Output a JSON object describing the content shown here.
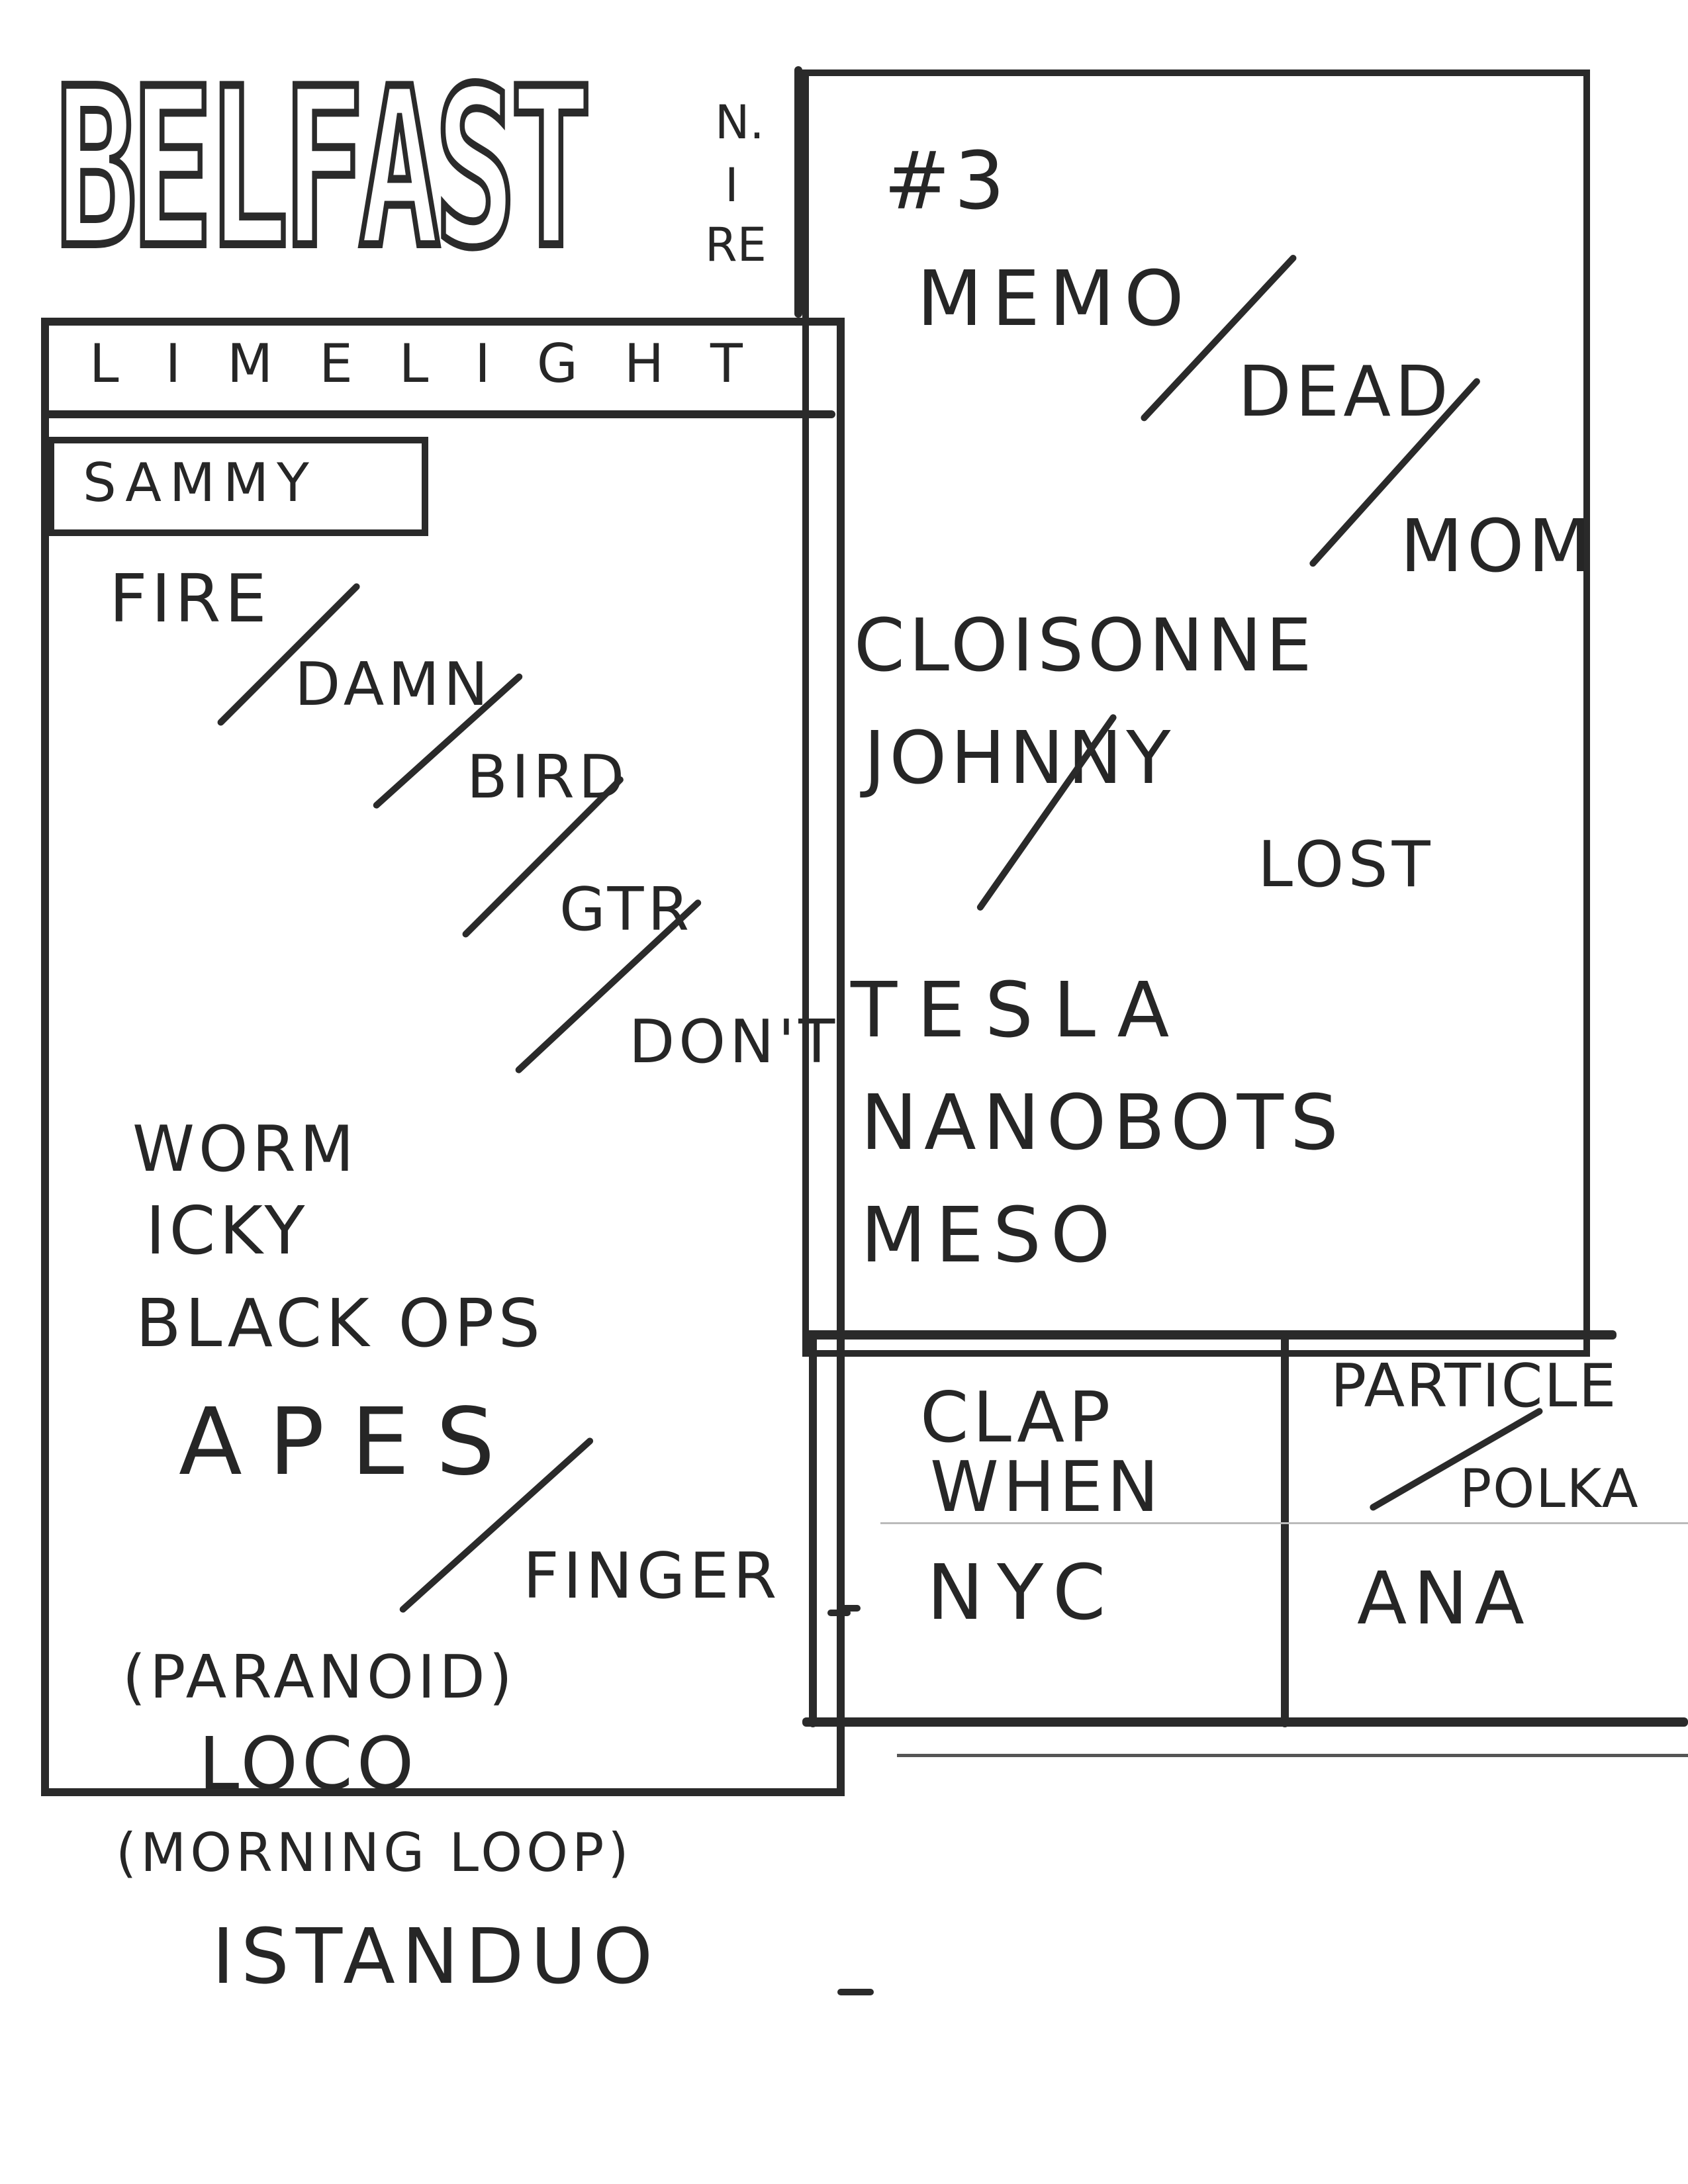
{
  "header": {
    "city": "BELFAST",
    "country_abbrev": [
      "N.",
      "I",
      "RE"
    ],
    "venue": "LIMELIGHT",
    "opener": "SAMMY",
    "setlist_number": "#3"
  },
  "left_column": {
    "songs": [
      {
        "text": "FIRE",
        "segue_to": "DAMN"
      },
      {
        "text": "DAMN",
        "segue_to": "BIRD"
      },
      {
        "text": "BIRD",
        "segue_to": "GTR"
      },
      {
        "text": "GTR",
        "segue_to": "DON'T"
      },
      {
        "text": "DON'T"
      },
      {
        "text": "WORM"
      },
      {
        "text": "ICKY"
      },
      {
        "text": "BLACK OPS"
      },
      {
        "text": "APES",
        "segue_to": "FINGER"
      },
      {
        "text": "FINGER"
      },
      {
        "text": "(PARANOID)"
      },
      {
        "text": "LOCO"
      },
      {
        "text": "(MORNING LOOP)"
      },
      {
        "text": "ISTANDUO"
      }
    ]
  },
  "right_column": {
    "songs": [
      {
        "text": "MEMO",
        "segue_to": "DEAD"
      },
      {
        "text": "DEAD",
        "segue_to": "MOM"
      },
      {
        "text": "MOM"
      },
      {
        "text": "CLOISONNE"
      },
      {
        "text": "JOHNNY",
        "segue_to": "LOST"
      },
      {
        "text": "LOST"
      },
      {
        "text": "TESLA"
      },
      {
        "text": "NANOBOTS"
      },
      {
        "text": "MESO"
      }
    ]
  },
  "encore_left": {
    "songs": [
      "CLAP",
      "WHEN",
      "NYC"
    ]
  },
  "encore_right": {
    "songs": [
      {
        "text": "PARTICLE",
        "segue_to": "POLKA"
      },
      {
        "text": "POLKA"
      },
      {
        "text": "ANA"
      }
    ]
  },
  "colors": {
    "ink": "#2a2a2a",
    "paper": "#ffffff"
  }
}
